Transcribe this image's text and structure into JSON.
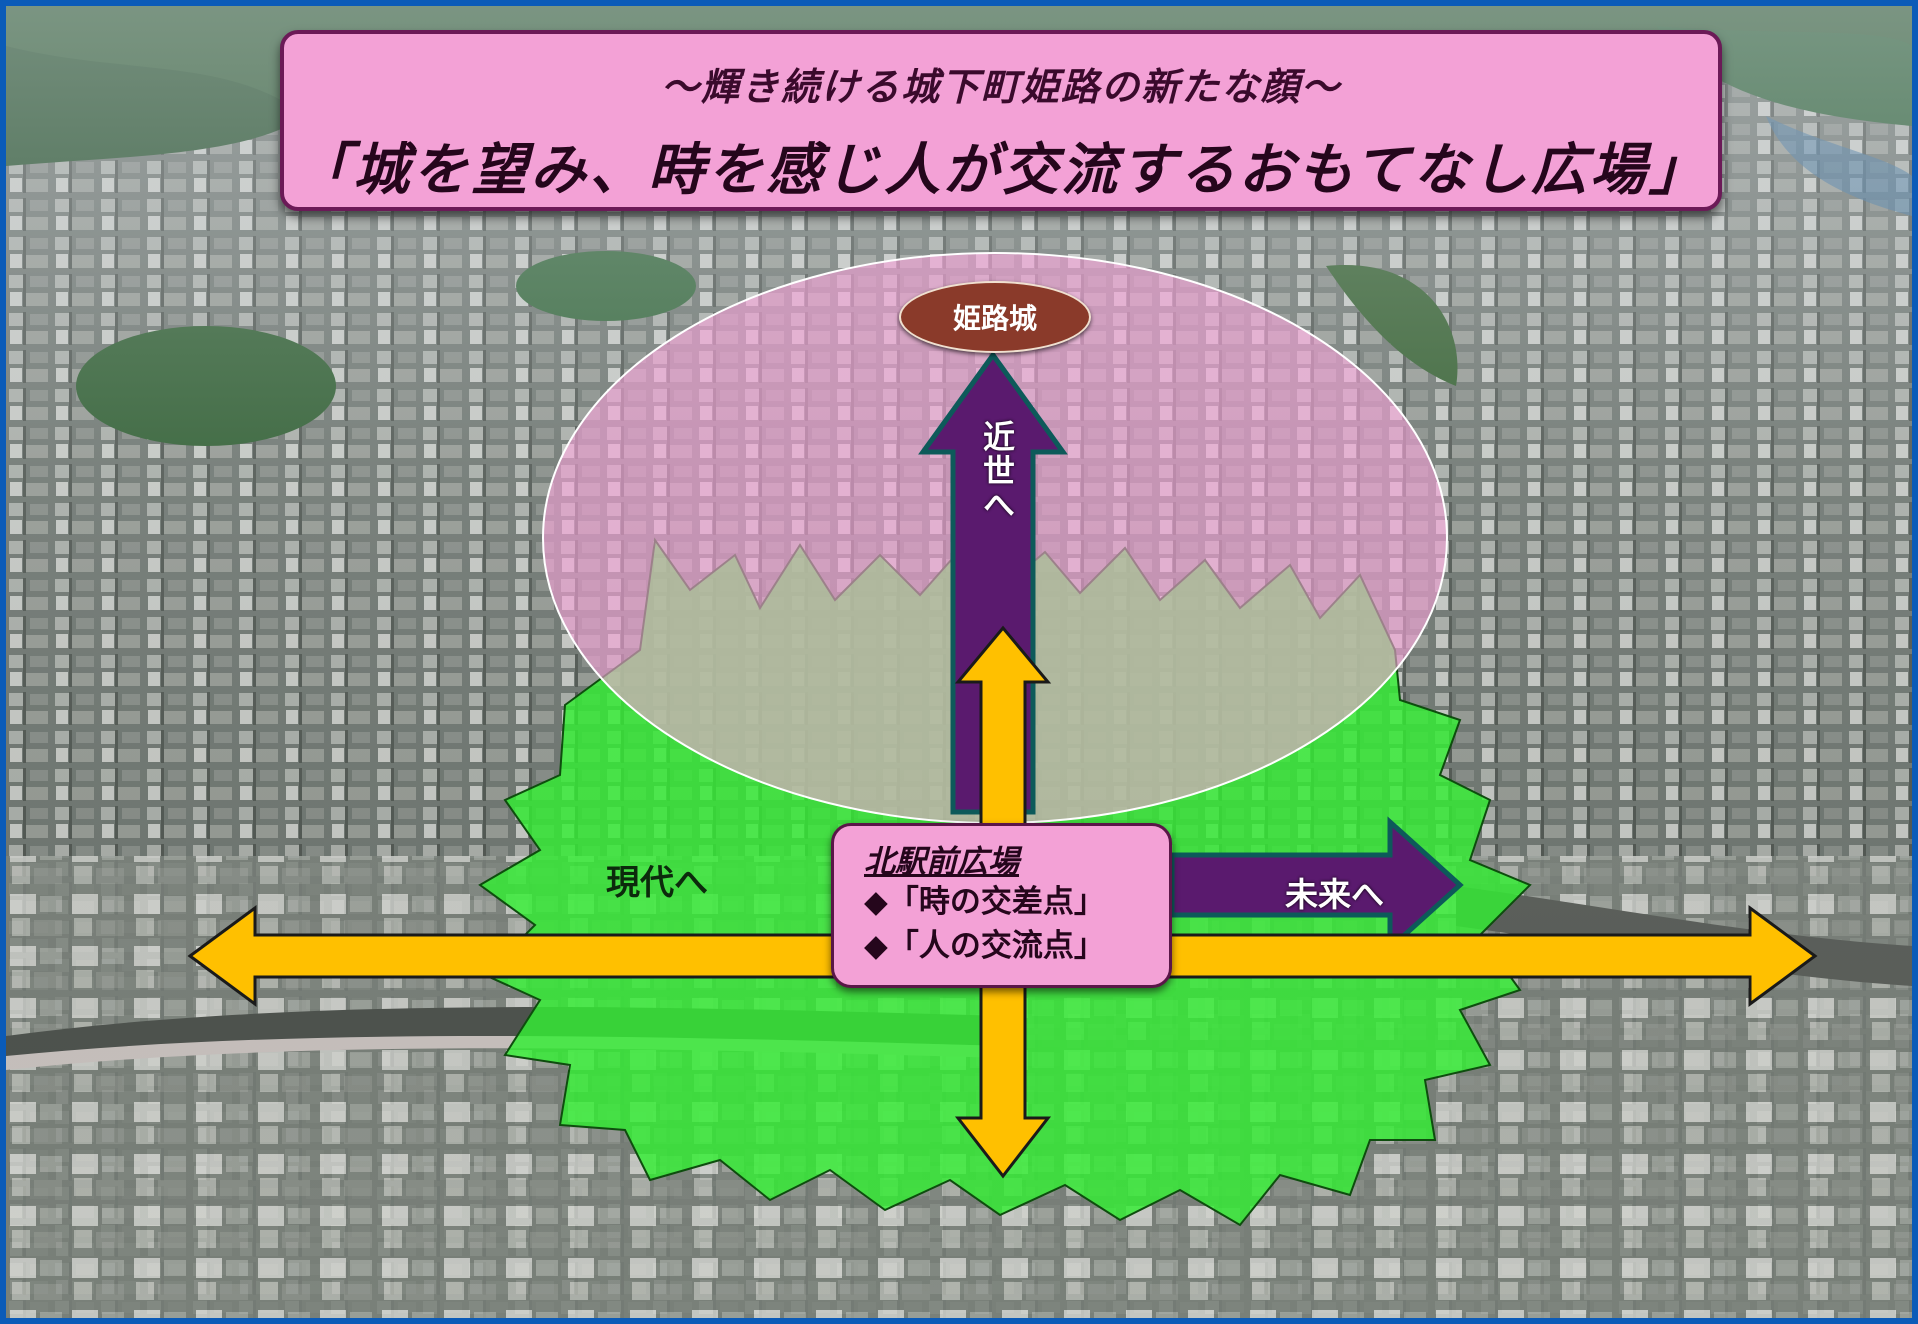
{
  "banner": {
    "subtitle": "～輝き続ける城下町姫路の新たな顔～",
    "title": "「城を望み、時を感じ人が交流するおもてなし広場」"
  },
  "castle": {
    "label": "姫路城"
  },
  "arrows": {
    "edo": "近世へ",
    "present": "現代へ",
    "future": "未来へ"
  },
  "plaza": {
    "title": "北駅前広場",
    "lines": [
      "◆「時の交差点」",
      "◆「人の交流点」"
    ]
  },
  "colors": {
    "banner_fill": "#f3a1d6",
    "banner_border": "#6b1a57",
    "zone_green": "#33ee33",
    "zone_pink": "#f3a1d6",
    "arrow_gold": "#ffc000",
    "arrow_purple": "#5a1a6e",
    "castle_fill": "#8a3a2a",
    "frame_blue": "#0b5bb8"
  }
}
